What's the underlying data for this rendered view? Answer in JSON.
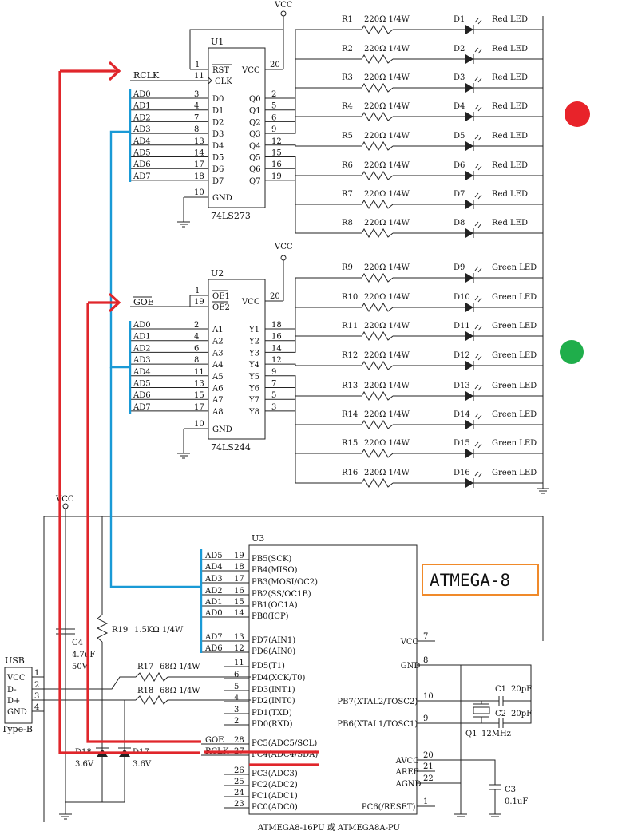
{
  "vcc_label": "VCC",
  "gnd_label": "GND",
  "u1": {
    "ref": "U1",
    "part": "74LS273",
    "pin_rst": "RST",
    "pin_clk": "CLK",
    "pin_vcc": "VCC",
    "pin_gnd": "GND",
    "num_rst": "1",
    "num_clk": "11",
    "num_vcc": "20",
    "num_gnd": "10",
    "net_clk": "RCLK",
    "inputs": [
      [
        "AD0",
        "3",
        "D0"
      ],
      [
        "AD1",
        "4",
        "D1"
      ],
      [
        "AD2",
        "7",
        "D2"
      ],
      [
        "AD3",
        "8",
        "D3"
      ],
      [
        "AD4",
        "13",
        "D4"
      ],
      [
        "AD5",
        "14",
        "D5"
      ],
      [
        "AD6",
        "17",
        "D6"
      ],
      [
        "AD7",
        "18",
        "D7"
      ]
    ],
    "outputs": [
      [
        "Q0",
        "2"
      ],
      [
        "Q1",
        "5"
      ],
      [
        "Q2",
        "6"
      ],
      [
        "Q3",
        "9"
      ],
      [
        "Q4",
        "12"
      ],
      [
        "Q5",
        "15"
      ],
      [
        "Q6",
        "16"
      ],
      [
        "Q7",
        "19"
      ]
    ]
  },
  "u2": {
    "ref": "U2",
    "part": "74LS244",
    "pin_oe1": "OE1",
    "pin_oe2": "OE2",
    "pin_vcc": "VCC",
    "pin_gnd": "GND",
    "num_oe1": "1",
    "num_oe2": "19",
    "num_vcc": "20",
    "num_gnd": "10",
    "net_goe": "GOE",
    "inputs": [
      [
        "AD0",
        "2",
        "A1"
      ],
      [
        "AD1",
        "4",
        "A2"
      ],
      [
        "AD2",
        "6",
        "A3"
      ],
      [
        "AD3",
        "8",
        "A4"
      ],
      [
        "AD4",
        "11",
        "A5"
      ],
      [
        "AD5",
        "13",
        "A6"
      ],
      [
        "AD6",
        "15",
        "A7"
      ],
      [
        "AD7",
        "17",
        "A8"
      ]
    ],
    "outputs": [
      [
        "Y1",
        "18"
      ],
      [
        "Y2",
        "16"
      ],
      [
        "Y3",
        "14"
      ],
      [
        "Y4",
        "12"
      ],
      [
        "Y5",
        "9"
      ],
      [
        "Y6",
        "7"
      ],
      [
        "Y7",
        "5"
      ],
      [
        "Y8",
        "3"
      ]
    ]
  },
  "red_leds": [
    [
      "R1",
      "220Ω 1/4W",
      "D1",
      "Red LED"
    ],
    [
      "R2",
      "220Ω 1/4W",
      "D2",
      "Red LED"
    ],
    [
      "R3",
      "220Ω 1/4W",
      "D3",
      "Red LED"
    ],
    [
      "R4",
      "220Ω 1/4W",
      "D4",
      "Red LED"
    ],
    [
      "R5",
      "220Ω 1/4W",
      "D5",
      "Red LED"
    ],
    [
      "R6",
      "220Ω 1/4W",
      "D6",
      "Red LED"
    ],
    [
      "R7",
      "220Ω 1/4W",
      "D7",
      "Red LED"
    ],
    [
      "R8",
      "220Ω 1/4W",
      "D8",
      "Red LED"
    ]
  ],
  "green_leds": [
    [
      "R9",
      "220Ω 1/4W",
      "D9",
      "Green LED"
    ],
    [
      "R10",
      "220Ω 1/4W",
      "D10",
      "Green LED"
    ],
    [
      "R11",
      "220Ω 1/4W",
      "D11",
      "Green LED"
    ],
    [
      "R12",
      "220Ω 1/4W",
      "D12",
      "Green LED"
    ],
    [
      "R13",
      "220Ω 1/4W",
      "D13",
      "Green LED"
    ],
    [
      "R14",
      "220Ω 1/4W",
      "D14",
      "Green LED"
    ],
    [
      "R15",
      "220Ω 1/4W",
      "D15",
      "Green LED"
    ],
    [
      "R16",
      "220Ω 1/4W",
      "D16",
      "Green LED"
    ]
  ],
  "u3": {
    "ref": "U3",
    "caption": "ATMEGA8-16PU 或 ATMEGA8A-PU",
    "badge": "ATMEGA-8",
    "left_pins": [
      [
        "AD5",
        "19",
        "PB5(SCK)"
      ],
      [
        "AD4",
        "18",
        "PB4(MISO)"
      ],
      [
        "AD3",
        "17",
        "PB3(MOSI/OC2)"
      ],
      [
        "AD2",
        "16",
        "PB2(SS/OC1B)"
      ],
      [
        "AD1",
        "15",
        "PB1(OC1A)"
      ],
      [
        "AD0",
        "14",
        "PB0(ICP)"
      ],
      [
        "AD7",
        "13",
        "PD7(AIN1)"
      ],
      [
        "AD6",
        "12",
        "PD6(AIN0)"
      ],
      [
        "",
        "11",
        "PD5(T1)"
      ],
      [
        "",
        "6",
        "PD4(XCK/T0)"
      ],
      [
        "",
        "5",
        "PD3(INT1)"
      ],
      [
        "",
        "4",
        "PD2(INT0)"
      ],
      [
        "",
        "3",
        "PD1(TXD)"
      ],
      [
        "",
        "2",
        "PD0(RXD)"
      ],
      [
        "GOE",
        "28",
        "PC5(ADC5/SCL)"
      ],
      [
        "RCLK",
        "27",
        "PC4(ADC4/SDA)"
      ],
      [
        "",
        "26",
        "PC3(ADC3)"
      ],
      [
        "",
        "25",
        "PC2(ADC2)"
      ],
      [
        "",
        "24",
        "PC1(ADC1)"
      ],
      [
        "",
        "23",
        "PC0(ADC0)"
      ]
    ],
    "right_pins": [
      [
        "VCC",
        "7"
      ],
      [
        "GND",
        "8"
      ],
      [
        "PB7(XTAL2/TOSC2)",
        "10"
      ],
      [
        "PB6(XTAL1/TOSC1)",
        "9"
      ],
      [
        "AVCC",
        "20"
      ],
      [
        "AREF",
        "21"
      ],
      [
        "AGND",
        "22"
      ],
      [
        "PC6(/RESET)",
        "1"
      ]
    ]
  },
  "usb": {
    "title": "USB",
    "pins": [
      [
        "VCC",
        "1"
      ],
      [
        "D-",
        "2"
      ],
      [
        "D+",
        "3"
      ],
      [
        "GND",
        "4"
      ]
    ],
    "type": "Type-B"
  },
  "r17": {
    "ref": "R17",
    "value": "68Ω 1/4W"
  },
  "r18": {
    "ref": "R18",
    "value": "68Ω 1/4W"
  },
  "r19": {
    "ref": "R19",
    "value": "1.5KΩ 1/4W"
  },
  "c4": {
    "ref": "C4",
    "value": "4.7uF",
    "volt": "50V"
  },
  "d18": {
    "ref": "D18",
    "value": "3.6V"
  },
  "d17": {
    "ref": "D17",
    "value": "3.6V"
  },
  "c1": {
    "ref": "C1",
    "value": "20pF"
  },
  "c2": {
    "ref": "C2",
    "value": "20pF"
  },
  "q1": {
    "ref": "Q1",
    "value": "12MHz"
  },
  "c3": {
    "ref": "C3",
    "value": "0.1uF"
  },
  "status_colors": {
    "red": "#e8232a",
    "green": "#1fae4b"
  },
  "annotation_colors": {
    "data_bus": "#1a9ad6",
    "control": "#e0262b",
    "badge_border": "#f08a2a"
  }
}
